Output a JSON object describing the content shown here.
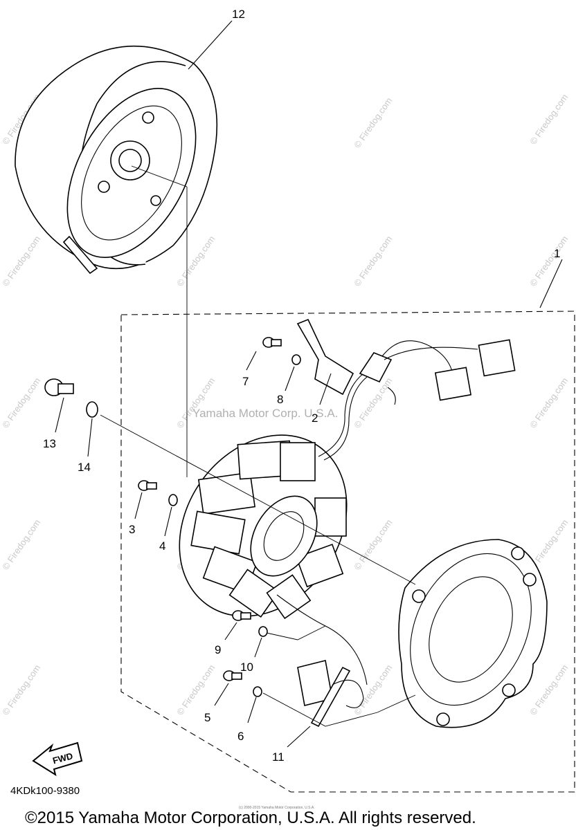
{
  "diagram": {
    "callouts": [
      {
        "id": "1",
        "text": "1"
      },
      {
        "id": "2",
        "text": "2"
      },
      {
        "id": "3",
        "text": "3"
      },
      {
        "id": "4",
        "text": "4"
      },
      {
        "id": "5",
        "text": "5"
      },
      {
        "id": "6",
        "text": "6"
      },
      {
        "id": "7",
        "text": "7"
      },
      {
        "id": "8",
        "text": "8"
      },
      {
        "id": "9",
        "text": "9"
      },
      {
        "id": "10",
        "text": "10"
      },
      {
        "id": "11",
        "text": "11"
      },
      {
        "id": "12",
        "text": "12"
      },
      {
        "id": "13",
        "text": "13"
      },
      {
        "id": "14",
        "text": "14"
      }
    ],
    "watermark_text": "© Firedog.com",
    "center_watermark": "Yamaha Motor Corp. U.S.A.",
    "direction_label": "FWD",
    "drawing_code": "4KDk100-9380",
    "copyright": "©2015 Yamaha Motor Corporation, U.S.A. All rights reserved.",
    "fine_print": "(c) 2000-2015 Yamaha Motor Corporation, U.S.A."
  }
}
